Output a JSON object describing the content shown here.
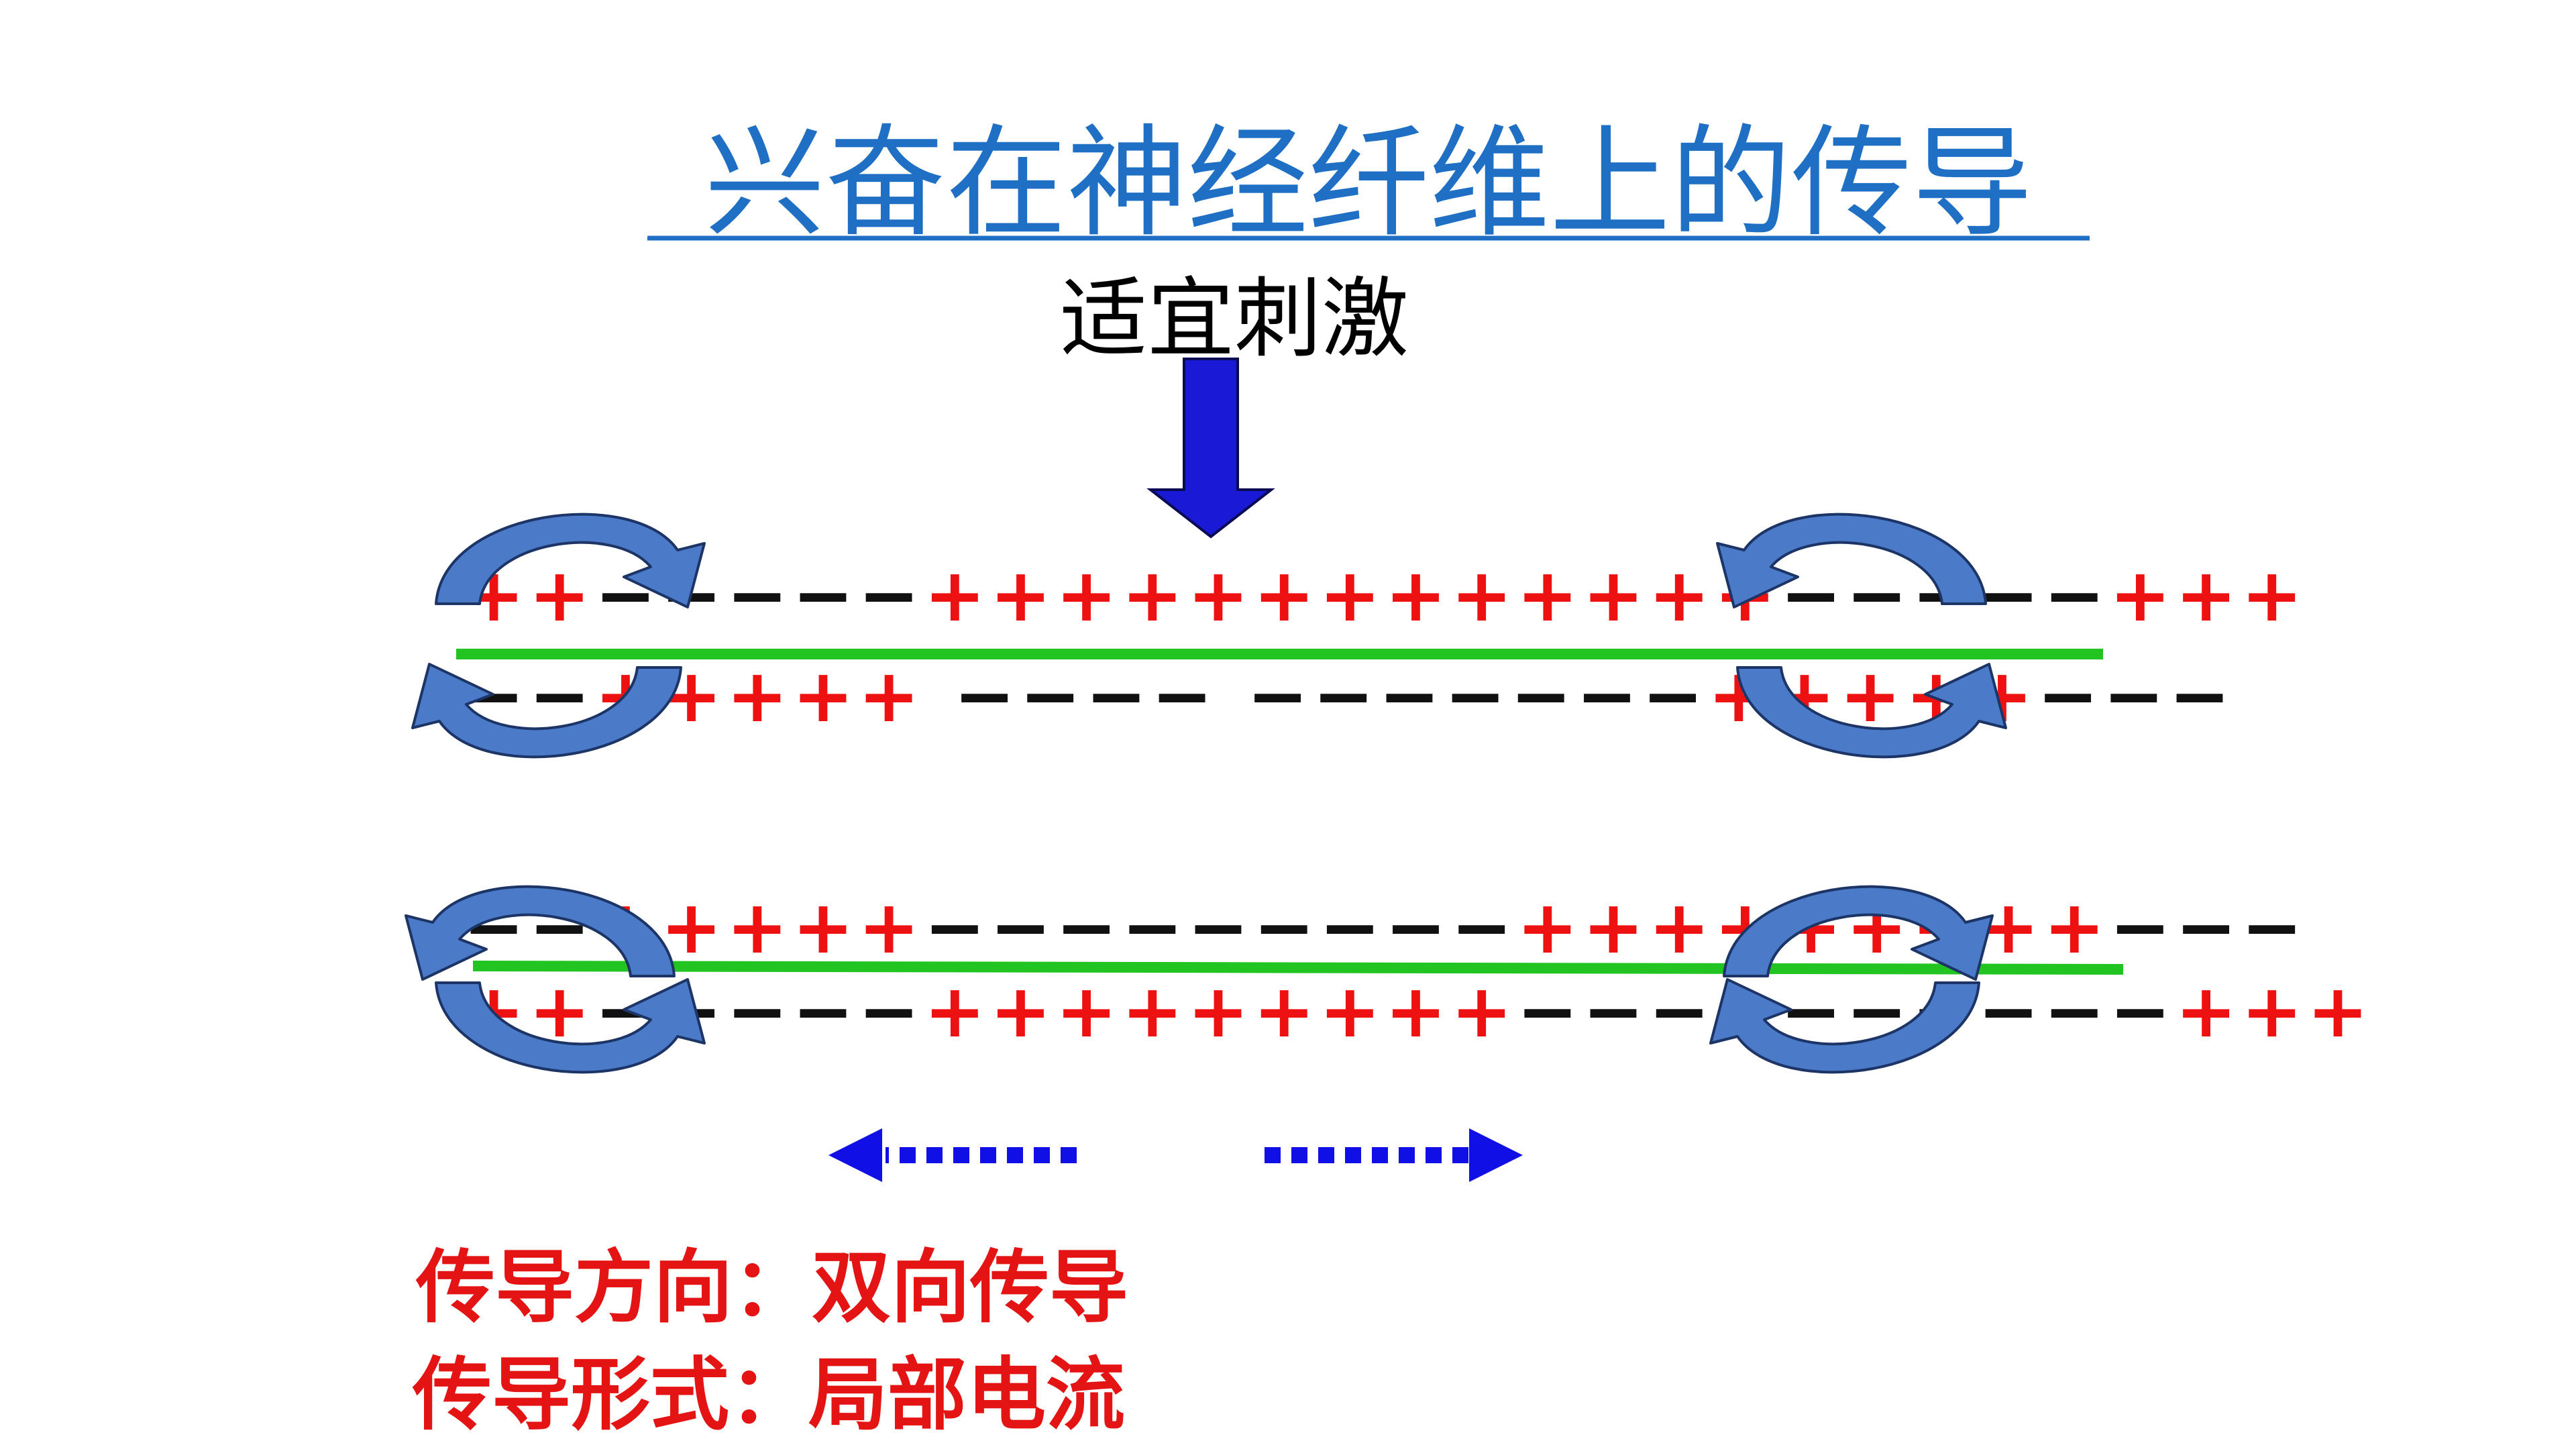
{
  "title": "兴奋在神经纤维上的传导",
  "stimulus_label": "适宜刺激",
  "fiber_top": {
    "outer_charges": "++−−−−−+++++++++++++−−−−−+++",
    "inner_charges": "−−+++++ −−−− −−−−−−−+++++−−−"
  },
  "fiber_bottom": {
    "inner_charges": "−−+++++−−−−−−−−−+++++++++−−−",
    "outer_charges": "++−−−−−+++++++++−−−−−−−−−−+++"
  },
  "notes": {
    "direction": "传导方向：双向传导",
    "form": "传导形式：局部电流"
  },
  "colors": {
    "title": "#1f6fc5",
    "stimulus_arrow": "#1a1ad6",
    "membrane": "#22c422",
    "positive": "#ee1111",
    "negative": "#111111",
    "curve_arrow": "#4a7ac8",
    "curve_outline": "#1c3566",
    "direction_arrow": "#1010e6",
    "notes": "#e41414"
  }
}
